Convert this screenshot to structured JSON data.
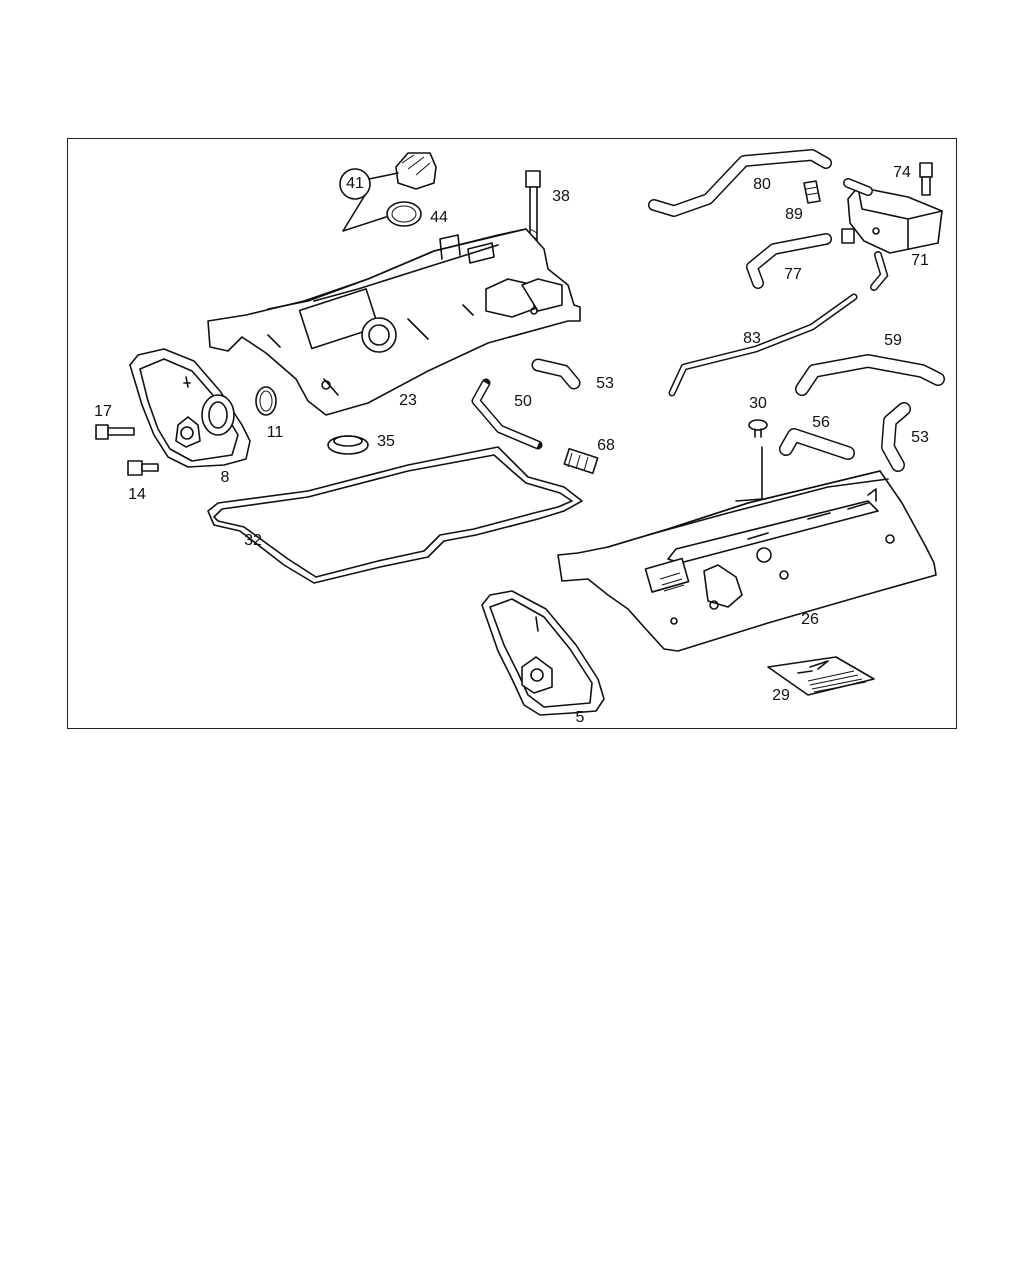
{
  "diagram": {
    "labels": {
      "p5": "5",
      "p8": "8",
      "p11": "11",
      "p14": "14",
      "p17": "17",
      "p23": "23",
      "p26": "26",
      "p29": "29",
      "p30": "30",
      "p32": "32",
      "p35": "35",
      "p38": "38",
      "p41": "41",
      "p44": "44",
      "p50": "50",
      "p53a": "53",
      "p53b": "53",
      "p56": "56",
      "p59": "59",
      "p68": "68",
      "p71": "71",
      "p74": "74",
      "p77": "77",
      "p80": "80",
      "p83": "83",
      "p89": "89"
    }
  }
}
